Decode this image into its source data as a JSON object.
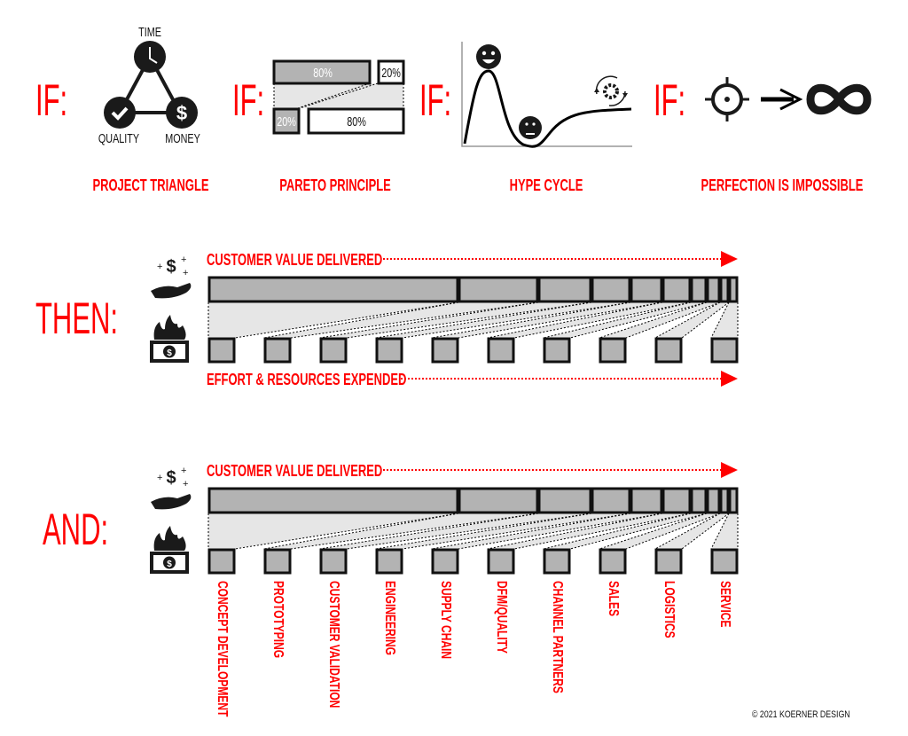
{
  "if_label": "IF:",
  "then_label": "THEN:",
  "and_label": "AND:",
  "project_triangle": {
    "title": "PROJECT TRIANGLE",
    "time": "TIME",
    "quality": "QUALITY",
    "money": "MONEY"
  },
  "pareto": {
    "title": "PARETO PRINCIPLE",
    "top_big": "80%",
    "top_small": "20%",
    "bottom_small": "20%",
    "bottom_big": "80%"
  },
  "hype_cycle": {
    "title": "HYPE CYCLE"
  },
  "perfection": {
    "title": "PERFECTION IS IMPOSSIBLE"
  },
  "value_label": "CUSTOMER VALUE DELIVERED",
  "effort_label": "EFFORT & RESOURCES EXPENDED",
  "chart_data": {
    "type": "bar",
    "value_segments": [
      282,
      90,
      60,
      44,
      36,
      32,
      18,
      15,
      10,
      10
    ],
    "effort_segments": [
      1,
      1,
      1,
      1,
      1,
      1,
      1,
      1,
      1,
      1
    ],
    "categories": [
      "CONCEPT DEVELOPMENT",
      "PROTOTYPING",
      "CUSTOMER VALIDATION",
      "ENGINEERING",
      "SUPPLY CHAIN",
      "DFM/QUALITY",
      "CHANNEL PARTNERS",
      "SALES",
      "LOGISTICS",
      "SERVICE"
    ]
  },
  "colors": {
    "accent": "#ff0000",
    "bar": "#b3b3b3",
    "connector": "#e6e6e6"
  },
  "copyright": "© 2021 KOERNER DESIGN"
}
